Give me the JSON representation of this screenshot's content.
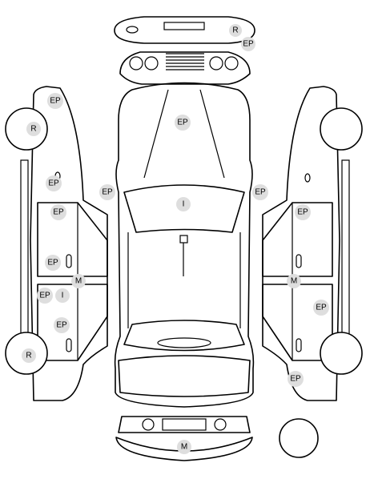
{
  "badge_color": "#dedede",
  "labels": {
    "trunk_lid_r": "R",
    "trunk_lid_ep": "EP",
    "roof_ep": "EP",
    "windshield_i": "I",
    "mirror_left_ep": "EP",
    "mirror_right_ep": "EP",
    "left_fender_ep": "EP",
    "left_rear_wheel_r": "R",
    "left_fuel_ep": "EP",
    "left_rear_door_ep": "EP",
    "left_handle_ep": "EP",
    "left_pillar_m": "M",
    "left_front_door_ep": "EP",
    "left_front_door_i": "I",
    "left_lower_ep": "EP",
    "left_front_wheel_r": "R",
    "right_rear_door_ep": "EP",
    "right_pillar_m": "M",
    "right_front_door_ep": "EP",
    "right_fender_ep": "EP",
    "bumper_m": "M"
  }
}
